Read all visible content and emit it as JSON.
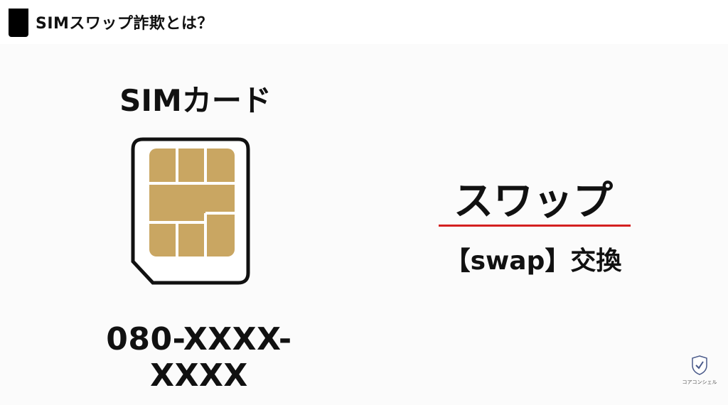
{
  "header": {
    "title": "SIMスワップ詐欺とは？"
  },
  "sim": {
    "label": "SIMカード",
    "phone_number": "080-XXXX-XXXX",
    "chip_color": "#c9a662",
    "frame_color": "#111111"
  },
  "swap": {
    "word": "スワップ",
    "meaning": "【swap】交換",
    "underline_color": "#d42020"
  },
  "logo": {
    "caption": "コアコンシェル",
    "icon": "shield-logo-icon"
  }
}
